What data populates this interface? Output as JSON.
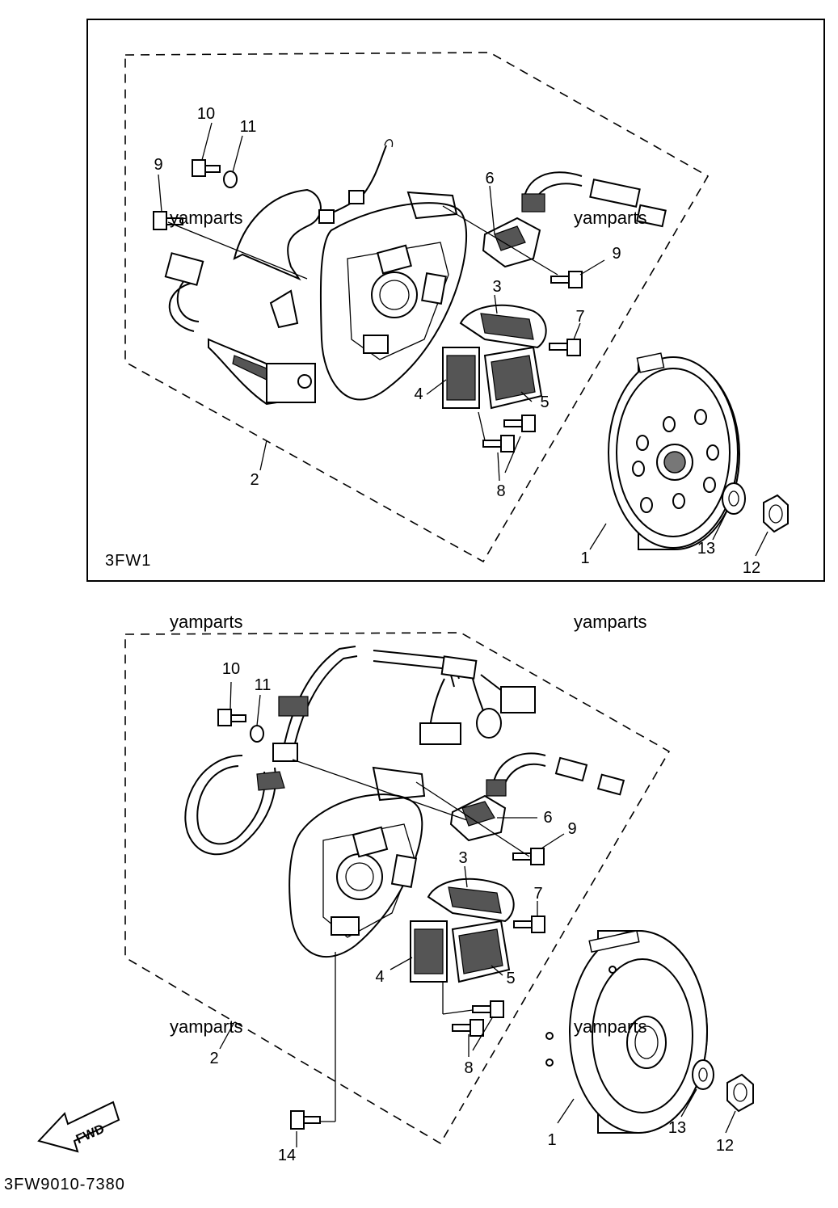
{
  "diagram_code": "3FW9010-7380",
  "upper_panel": {
    "variant_label": "3FW1",
    "callouts": [
      "10",
      "11",
      "9",
      "6",
      "9",
      "3",
      "7",
      "4",
      "5",
      "8",
      "2",
      "1",
      "13",
      "12"
    ]
  },
  "lower_panel": {
    "callouts": [
      "10",
      "11",
      "6",
      "9",
      "3",
      "7",
      "4",
      "5",
      "2",
      "8",
      "1",
      "13",
      "12",
      "14"
    ]
  },
  "watermarks": [
    "yamparts",
    "yamparts",
    "yamparts",
    "yamparts",
    "yamparts",
    "yamparts"
  ],
  "fwd_label": "FWD"
}
